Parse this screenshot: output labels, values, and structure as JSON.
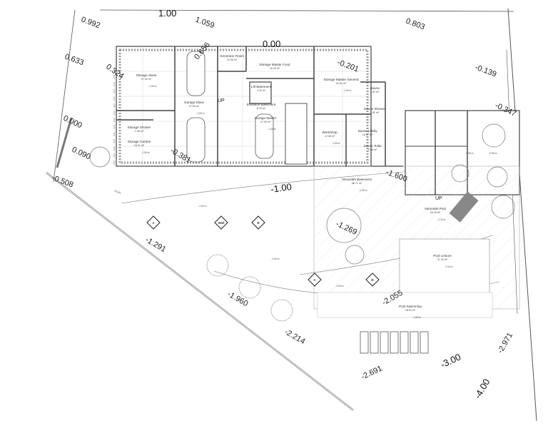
{
  "rooms": [
    {
      "name": "Storage Slave",
      "area": "27.32 m²",
      "level": "-1.00 m"
    },
    {
      "name": "Garage Slave",
      "area": "37.69 m²",
      "level": "-1.00 m"
    },
    {
      "name": "Generator Room",
      "area": "10.06 m²"
    },
    {
      "name": "Storage Master Food",
      "area": "16.93 m²"
    },
    {
      "name": "Lift Basement",
      "area": "2.32 m²"
    },
    {
      "name": "Entrance Basement",
      "area": "8.78 m²"
    },
    {
      "name": "Garage Master",
      "area": "47.39 m²",
      "level": "-1.00 m"
    },
    {
      "name": "Storage Shower",
      "area": "2.96 m²"
    },
    {
      "name": "Storage Garden",
      "area": "18.01 m²",
      "level": "-1.00 m"
    },
    {
      "name": "Storage Master General",
      "area": "20.01 m²",
      "level": "-1.00 m"
    },
    {
      "name": "Sauna",
      "area": "2.22 m²"
    },
    {
      "name": "Sauna Shower",
      "area": "1.52 m²"
    },
    {
      "name": "WorkShop",
      "area": "12.48 m²",
      "level": "-1.00 m"
    },
    {
      "name": "Sauna Lobby",
      "area": "16.47 m²"
    },
    {
      "name": "Sauna Toilet",
      "area": "2.66 m²"
    },
    {
      "name": "Verandah Basement",
      "area": "96.71 m²",
      "level": "-1.00 m"
    },
    {
      "name": "Verandah Pool",
      "area": "28.34 m²",
      "level": "-1.10 m"
    },
    {
      "name": "Pool Leisure",
      "area": "37.43 m²",
      "level": "-1.10 m"
    },
    {
      "name": "Pool Swimming",
      "area": "28.94 m²",
      "level": "-1.00 m"
    }
  ],
  "elevations": [
    "1.00",
    "0.00",
    "0.992",
    "1.059",
    "0.803",
    "0.633",
    "0.324",
    "-0.201",
    "-0.139",
    "-0.347",
    "0.000",
    "0.090",
    "-0.508",
    "-0.381",
    "0.656",
    "-1.00",
    "-1.600",
    "-1.269",
    "-1.291",
    "-2.055",
    "-1.960",
    "-2.214",
    "-2.691",
    "-3.00",
    "-2.971",
    "-4.00"
  ],
  "labels": {
    "up_1": "UP",
    "up_2": "UP",
    "slope": "12.5%",
    "level_open_1": "-1.00 m",
    "level_open_2": "-1.00 m",
    "level_open_3": "-1.00 m",
    "level_open_4": "-0.90 m",
    "level_open_5": "-0.90 m"
  },
  "section_markers": [
    "A",
    "Wall",
    "B",
    "A",
    "B"
  ]
}
